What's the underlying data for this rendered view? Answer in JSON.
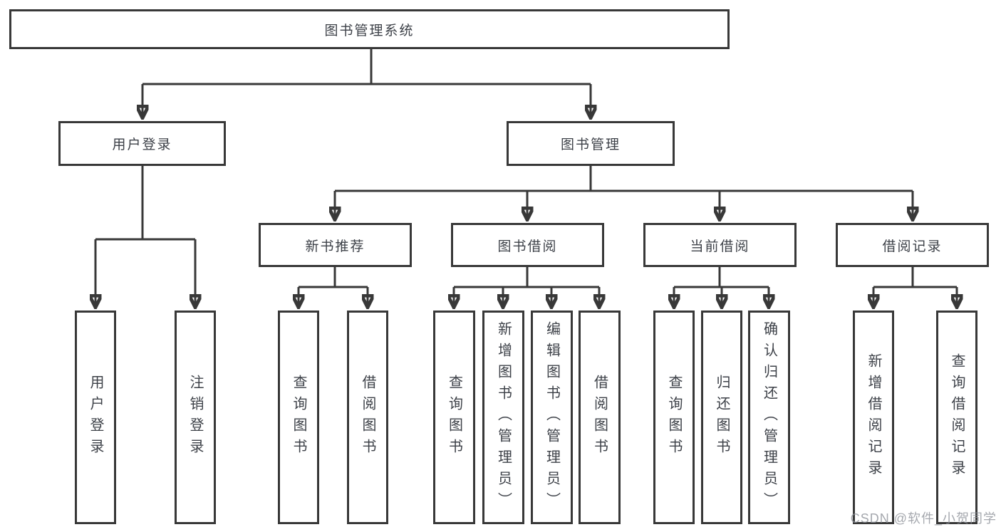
{
  "tree": {
    "root": {
      "label": "图书管理系统"
    },
    "branches": [
      {
        "label": "用户登录",
        "children": [
          {
            "label": "用户登录"
          },
          {
            "label": "注销登录"
          }
        ]
      },
      {
        "label": "图书管理",
        "groups": [
          {
            "label": "新书推荐",
            "children": [
              {
                "label": "查询图书"
              },
              {
                "label": "借阅图书"
              }
            ]
          },
          {
            "label": "图书借阅",
            "children": [
              {
                "label": "查询图书"
              },
              {
                "label": "新增图书（管理员）"
              },
              {
                "label": "编辑图书（管理员）"
              },
              {
                "label": "借阅图书"
              }
            ]
          },
          {
            "label": "当前借阅",
            "children": [
              {
                "label": "查询图书"
              },
              {
                "label": "归还图书"
              },
              {
                "label": "确认归还（管理员）"
              }
            ]
          },
          {
            "label": "借阅记录",
            "children": [
              {
                "label": "新增借阅记录"
              },
              {
                "label": "查询借阅记录"
              }
            ]
          }
        ]
      }
    ]
  },
  "watermark": {
    "text": "CSDN @软件_小贺同学"
  },
  "style": {
    "line_color": "#383838",
    "text_color": "#3d4148",
    "watermark_color": "#8c9097",
    "background": "#ffffff"
  }
}
